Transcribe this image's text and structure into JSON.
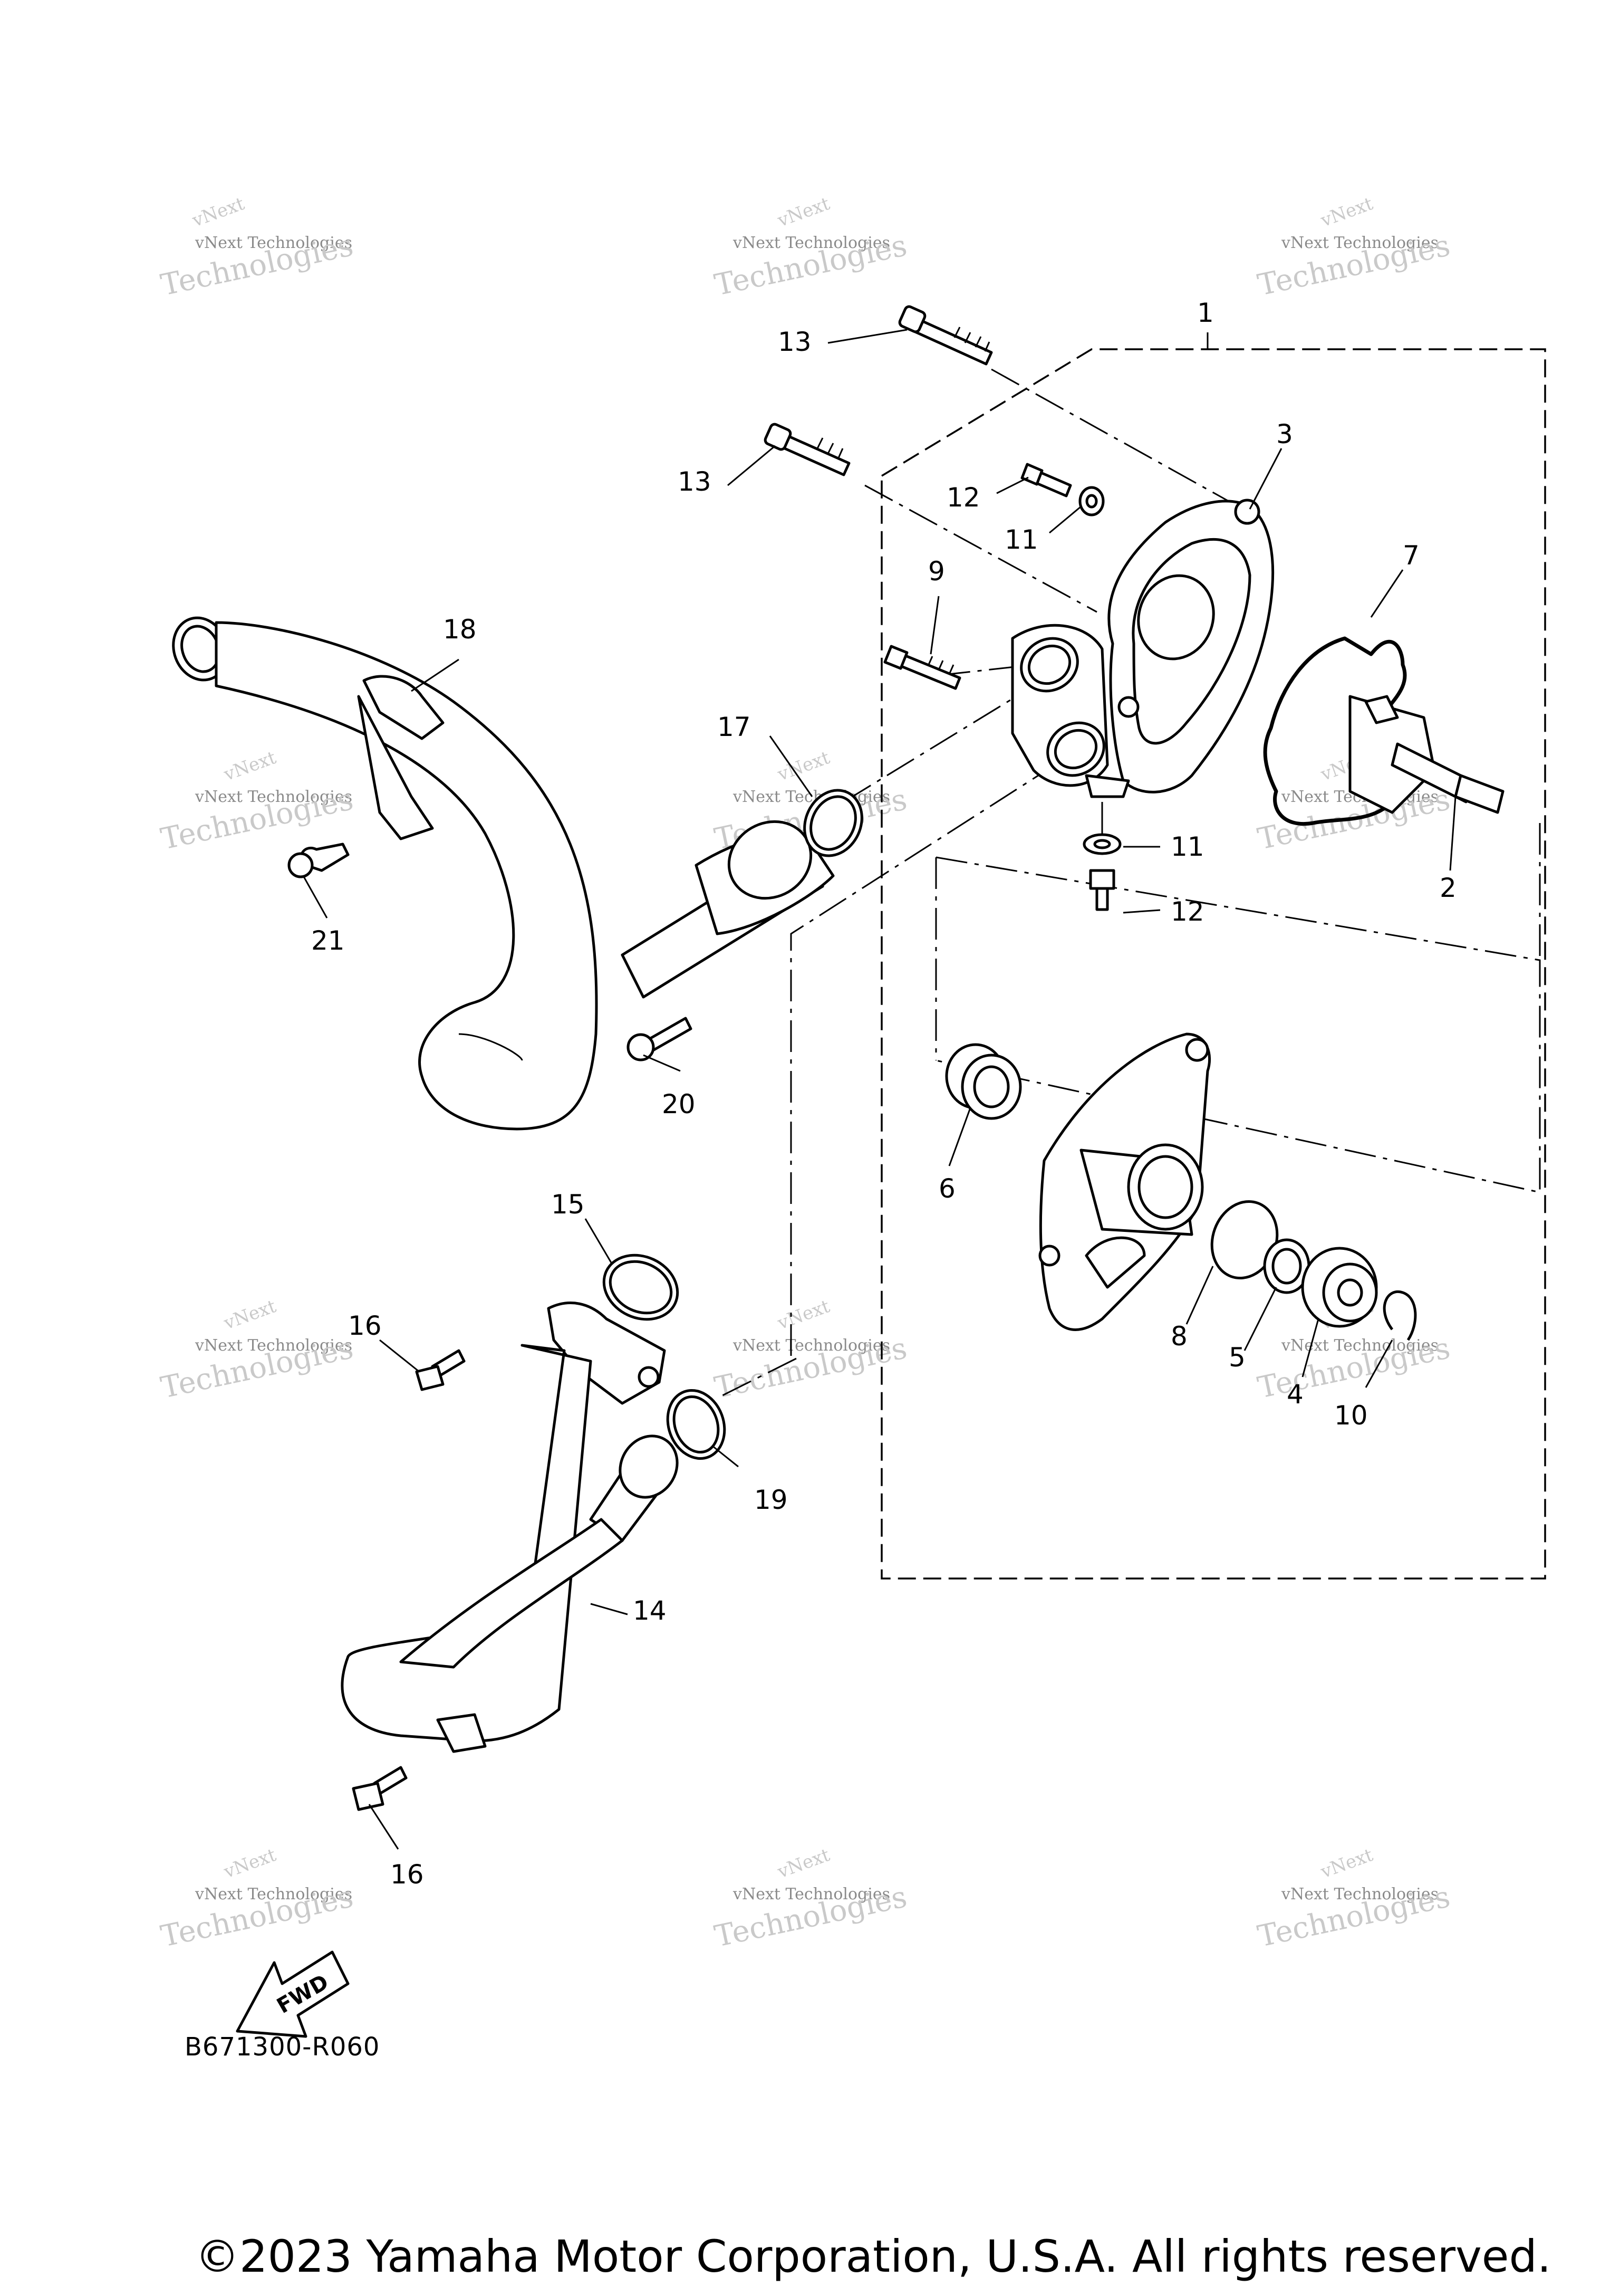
{
  "diagram": {
    "code": "B671300-R060",
    "copyright": "©2023 Yamaha Motor Corporation, U.S.A. All rights reserved.",
    "fwd_label": "FWD",
    "watermark_line1": "vNext Technologies",
    "watermark_line2": "Technologies",
    "watermark_line3": "vNext"
  },
  "callouts": {
    "c1": "1",
    "c2": "2",
    "c3": "3",
    "c4": "4",
    "c5": "5",
    "c6": "6",
    "c7": "7",
    "c8": "8",
    "c9": "9",
    "c10": "10",
    "c11a": "11",
    "c11b": "11",
    "c12a": "12",
    "c12b": "12",
    "c13a": "13",
    "c13b": "13",
    "c14": "14",
    "c15": "15",
    "c16a": "16",
    "c16b": "16",
    "c17": "17",
    "c18": "18",
    "c19": "19",
    "c20": "20",
    "c21": "21"
  }
}
